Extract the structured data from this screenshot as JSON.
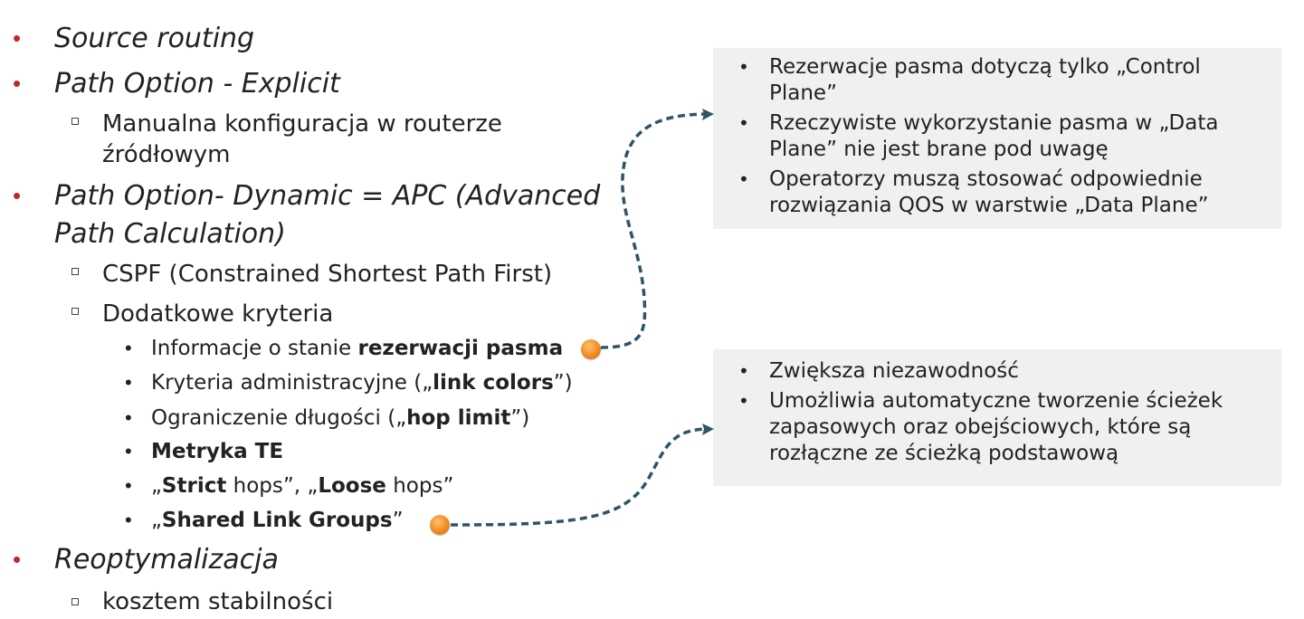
{
  "left": {
    "source_routing": "Source routing",
    "path_explicit": "Path Option - Explicit",
    "manual_config": {
      "line1": "Manualna konfiguracja w routerze",
      "line2": "źródłowym"
    },
    "path_dynamic": {
      "line1": "Path Option- Dynamic = APC (Advanced",
      "line2": "Path Calculation)"
    },
    "cspf": "CSPF (Constrained Shortest Path First)",
    "extra_criteria": "Dodatkowe kryteria",
    "criteria": {
      "bandwidth": {
        "prefix": "Informacje o stanie ",
        "bold": "rezerwacji pasma"
      },
      "admin": {
        "prefix": "Kryteria administracyjne („",
        "bold": "link colors",
        "suffix": "”)"
      },
      "length": {
        "prefix": "Ograniczenie długości („",
        "bold": "hop limit",
        "suffix": "”)"
      },
      "te_metric": "Metryka TE",
      "hops": {
        "q1": "„",
        "strict": "Strict",
        "mid": " hops”, „",
        "loose": "Loose",
        "end": " hops”"
      },
      "srlg": {
        "q1": "„",
        "bold": "Shared Link Groups",
        "q2": "”"
      }
    },
    "reopt": "Reoptymalizacja",
    "stability": "kosztem stabilności"
  },
  "box_top": {
    "items": [
      {
        "line1": "Rezerwacje pasma dotyczą tylko „Control",
        "line2": "Plane”"
      },
      {
        "line1": "Rzeczywiste wykorzystanie pasma w „Data",
        "line2": "Plane” nie jest brane pod uwagę"
      },
      {
        "line1": "Operatorzy muszą stosować odpowiednie",
        "line2": "rozwiązania QOS w warstwie „Data Plane”"
      }
    ]
  },
  "box_bottom": {
    "items": [
      {
        "line1": "Zwiększa niezawodność"
      },
      {
        "line1": "Umożliwia automatyczne tworzenie ścieżek",
        "line2": "zapasowych oraz obejściowych, które są",
        "line3": "rozłączne ze ścieżką podstawową"
      }
    ]
  },
  "colors": {
    "bullet_red": "#c0282d",
    "connector": "#2e5566",
    "orb": "#f08a20",
    "box_bg": "#f0f0f0"
  }
}
